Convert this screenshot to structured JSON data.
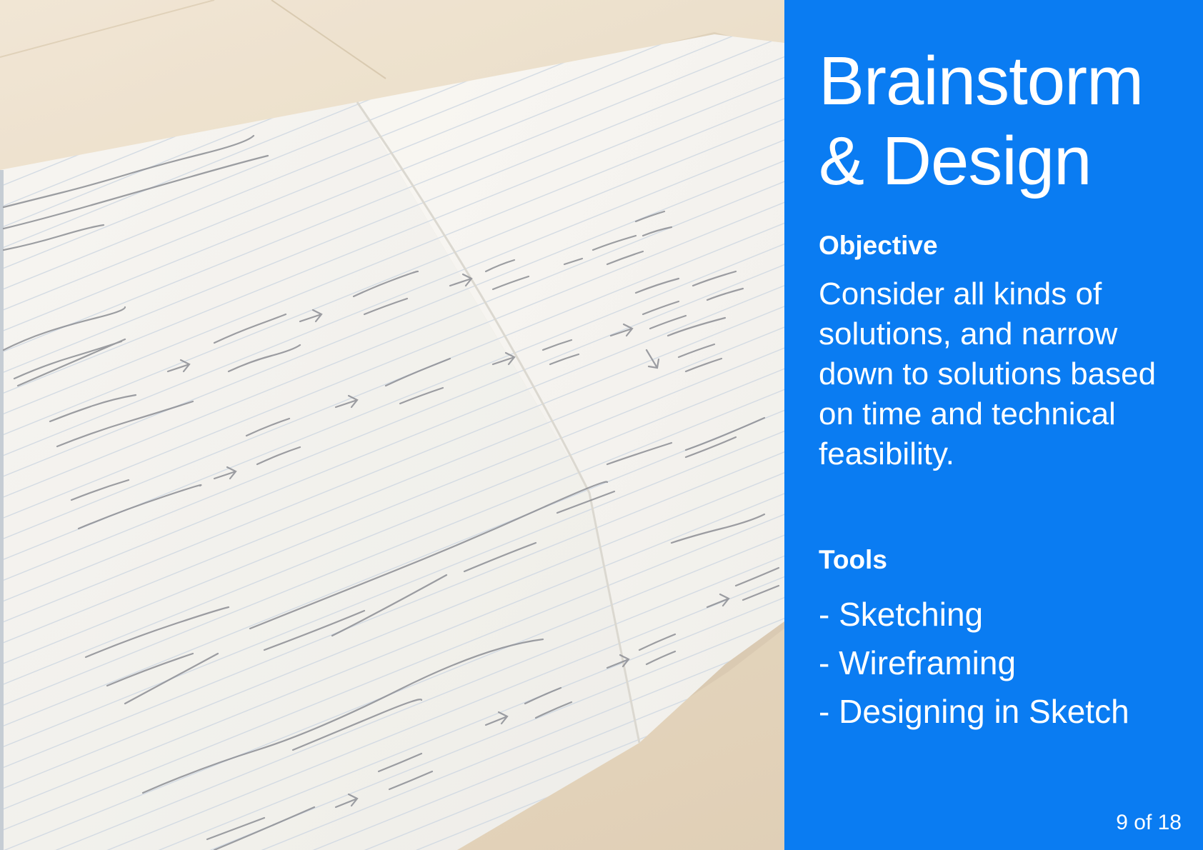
{
  "slide": {
    "title_line1": "Brainstorm",
    "title_line2": "& Design",
    "objective_heading": "Objective",
    "objective_text": "Consider all kinds of solutions, and narrow down to solutions based on time and technical feasibility.",
    "tools_heading": "Tools",
    "tools": [
      "- Sketching",
      "- Wireframing",
      "- Designing in Sketch"
    ],
    "page_indicator": "9 of 18"
  },
  "photo": {
    "alt": "notebook-sketch-photo"
  },
  "colors": {
    "panel_blue": "#0a7cf2",
    "text_white": "#ffffff"
  }
}
